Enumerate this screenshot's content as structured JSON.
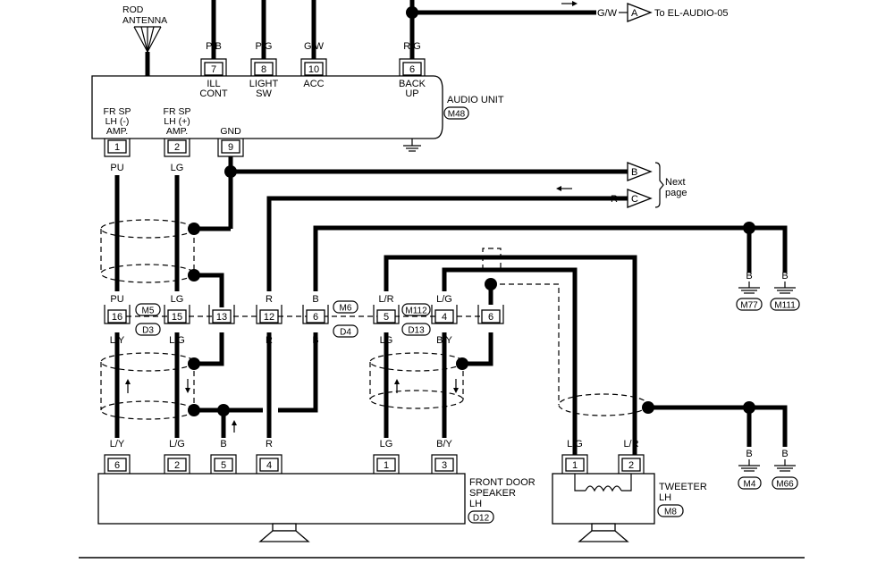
{
  "audio_unit": {
    "antenna_label_1": "ROD",
    "antenna_label_2": "ANTENNA",
    "name_1": "AUDIO UNIT",
    "connector": "M48",
    "top_pins": [
      {
        "pin": "7",
        "wire": "P/B",
        "label_1": "ILL",
        "label_2": "CONT"
      },
      {
        "pin": "8",
        "wire": "P/G",
        "label_1": "LIGHT",
        "label_2": "SW"
      },
      {
        "pin": "10",
        "wire": "G/W",
        "label_1": "ACC",
        "label_2": ""
      },
      {
        "pin": "6",
        "wire": "R/G",
        "label_1": "BACK",
        "label_2": "UP"
      }
    ],
    "bottom_pins": [
      {
        "pin": "1",
        "label_1": "FR SP",
        "label_2": "LH (-)",
        "label_3": "AMP."
      },
      {
        "pin": "2",
        "label_1": "FR SP",
        "label_2": "LH (+)",
        "label_3": "AMP."
      },
      {
        "pin": "9",
        "label_1": "GND",
        "label_2": "",
        "label_3": ""
      }
    ]
  },
  "offpage": {
    "a_wire": "G/W",
    "a_letter": "A",
    "a_text": "To EL-AUDIO-05",
    "b_letter": "B",
    "c_wire": "R",
    "c_letter": "C",
    "next_1": "Next",
    "next_2": "page"
  },
  "joint_connectors": {
    "left_tags": {
      "top": "M5",
      "bottom": "D3"
    },
    "mid_tags": {
      "top": "M6",
      "bottom": "D4"
    },
    "right_tags": {
      "top": "M112",
      "bottom": "D13"
    },
    "pins": [
      {
        "pin": "16",
        "above": "PU",
        "below": "L/Y"
      },
      {
        "pin": "15",
        "above": "LG",
        "below": "L/G"
      },
      {
        "pin": "13",
        "above": "",
        "below": ""
      },
      {
        "pin": "12",
        "above": "R",
        "below": "R"
      },
      {
        "pin": "6",
        "above": "B",
        "below": "B"
      },
      {
        "pin": "5",
        "above": "L/R",
        "below": "LG"
      },
      {
        "pin": "4",
        "above": "L/G",
        "below": "B/Y"
      },
      {
        "pin": "6",
        "above": "",
        "below": ""
      }
    ]
  },
  "wires_top": {
    "pu": "PU",
    "lg": "LG"
  },
  "speaker": {
    "name_1": "FRONT DOOR",
    "name_2": "SPEAKER",
    "name_3": "LH",
    "connector": "D12",
    "pins": [
      {
        "pin": "6",
        "wire": "L/Y"
      },
      {
        "pin": "2",
        "wire": "L/G"
      },
      {
        "pin": "5",
        "wire": "B"
      },
      {
        "pin": "4",
        "wire": "R"
      },
      {
        "pin": "1",
        "wire": "LG"
      },
      {
        "pin": "3",
        "wire": "B/Y"
      }
    ]
  },
  "tweeter": {
    "name_1": "TWEETER",
    "name_2": "LH",
    "connector": "M8",
    "pins": [
      {
        "pin": "1",
        "wire": "L/G"
      },
      {
        "pin": "2",
        "wire": "L/R"
      }
    ]
  },
  "grounds": [
    {
      "wire": "B",
      "tag": "M77"
    },
    {
      "wire": "B",
      "tag": "M111"
    },
    {
      "wire": "B",
      "tag": "M4"
    },
    {
      "wire": "B",
      "tag": "M66"
    }
  ]
}
